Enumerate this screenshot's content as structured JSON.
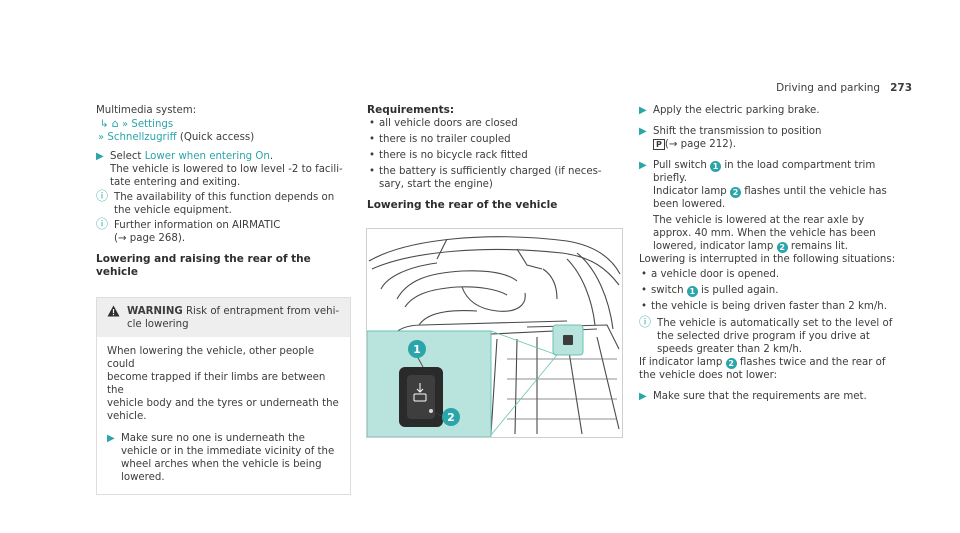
{
  "header": {
    "section": "Driving and parking",
    "page": "273"
  },
  "col1": {
    "path_label": "Multimedia system:",
    "path_home_icon": "home-icon",
    "path_settings": "Settings",
    "path_quick": "Schnellzugriff",
    "path_quick_suffix": "(Quick access)",
    "step1_prefix": "Select",
    "step1_link": "Lower when entering On",
    "step1_suffix": ".",
    "step1_detail_l1": "The vehicle is lowered to low level -2 to facili-",
    "step1_detail_l2": "tate entering and exiting.",
    "info1_l1": "The availability of this function depends on",
    "info1_l2": "the vehicle equipment.",
    "info2_l1": "Further information on AIRMATIC",
    "info2_l2": "(→ page 268).",
    "heading": "Lowering and raising the rear of the vehicle",
    "warning_title": "WARNING",
    "warning_head_l1": "Risk of entrapment from vehi-",
    "warning_head_l2": "cle lowering",
    "warning_body": [
      "When lowering the vehicle, other people could",
      "become trapped if their limbs are between the",
      "vehicle body and the tyres or underneath the",
      "vehicle."
    ],
    "warning_step": [
      "Make sure no one is underneath the",
      "vehicle or in the immediate vicinity of the",
      "wheel arches when the vehicle is being",
      "lowered."
    ]
  },
  "col2": {
    "req_title": "Requirements:",
    "req_items": [
      "all vehicle doors are closed",
      "there is no trailer coupled",
      "there is no bicycle rack fitted"
    ],
    "req_last_l1": "the battery is sufficiently charged (if neces-",
    "req_last_l2": "sary, start the engine)",
    "heading": "Lowering the rear of the vehicle",
    "callout1": "1",
    "callout2": "2"
  },
  "col3": {
    "s1": "Apply the electric parking brake.",
    "s2_l1": "Shift the transmission to position",
    "s2_p": "P",
    "s2_l2": "(→ page 212).",
    "s3_a": "Pull switch",
    "s3_b": "in the load compartment trim",
    "s3_c": "briefly.",
    "s3_d1": "Indicator lamp",
    "s3_d2": "flashes until the vehicle has",
    "s3_d3": "been lowered.",
    "s3_e1": "The vehicle is lowered at the rear axle by",
    "s3_e2": "approx. 40 mm. When the vehicle has been",
    "s3_e3": "lowered, indicator lamp",
    "s3_e4": "remains lit.",
    "interrupt": "Lowering is interrupted in the following situations:",
    "b1": "a vehicle door is opened.",
    "b2a": "switch",
    "b2b": "is pulled again.",
    "b3": "the vehicle is being driven faster than 2 km/h.",
    "info_l1": "The vehicle is automatically set to the level of",
    "info_l2": "the selected drive program if you drive at",
    "info_l3": "speeds greater than 2 km/h.",
    "if_l1a": "If indicator lamp",
    "if_l1b": "flashes twice and the rear of",
    "if_l2": "the vehicle does not lower:",
    "final": "Make sure that the requirements are met.",
    "n1": "1",
    "n2": "2"
  }
}
